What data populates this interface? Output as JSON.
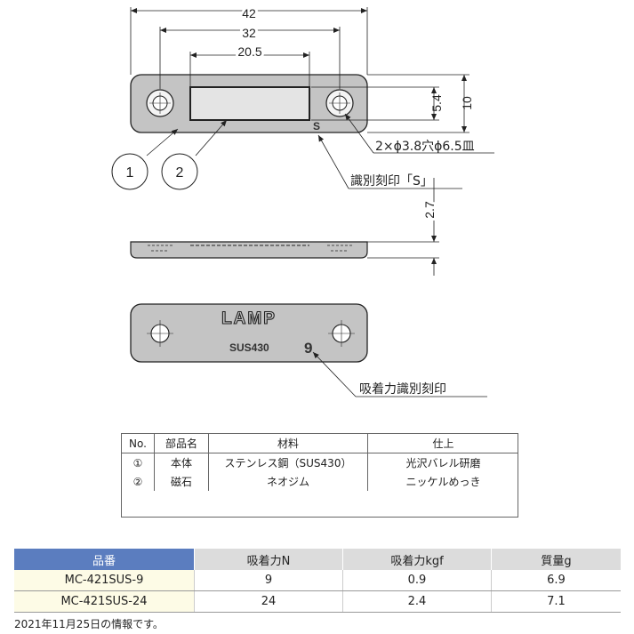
{
  "dimensions": {
    "overall_length": "42",
    "hole_pitch": "32",
    "magnet_length": "20.5",
    "magnet_width": "5.4",
    "overall_width": "10",
    "thickness": "2.7"
  },
  "callouts": {
    "part1": "1",
    "part2": "2",
    "hole_note": "2×ϕ3.8穴ϕ6.5皿",
    "mark_note": "識別刻印「S」",
    "force_mark_note": "吸着力識別刻印"
  },
  "markings": {
    "s_mark": "S",
    "brand": "LAMP",
    "material": "SUS430",
    "force_code": "9"
  },
  "parts_table": {
    "headers": [
      "No.",
      "部品名",
      "材料",
      "仕上"
    ],
    "rows": [
      [
        "①",
        "本体",
        "ステンレス鋼（SUS430）",
        "光沢バレル研磨"
      ],
      [
        "②",
        "磁石",
        "ネオジム",
        "ニッケルめっき"
      ]
    ]
  },
  "spec_table": {
    "headers": [
      "品番",
      "吸着力N",
      "吸着力kgf",
      "質量g"
    ],
    "rows": [
      [
        "MC-421SUS-9",
        "9",
        "0.9",
        "6.9"
      ],
      [
        "MC-421SUS-24",
        "24",
        "2.4",
        "7.1"
      ]
    ]
  },
  "footnote": "2021年11月25日の情報です。",
  "colors": {
    "plate_fill": "#c4c4c4",
    "header_blue": "#5b7dbf",
    "header_gray": "#dcdcdc",
    "model_cell": "#fdfbe6"
  }
}
